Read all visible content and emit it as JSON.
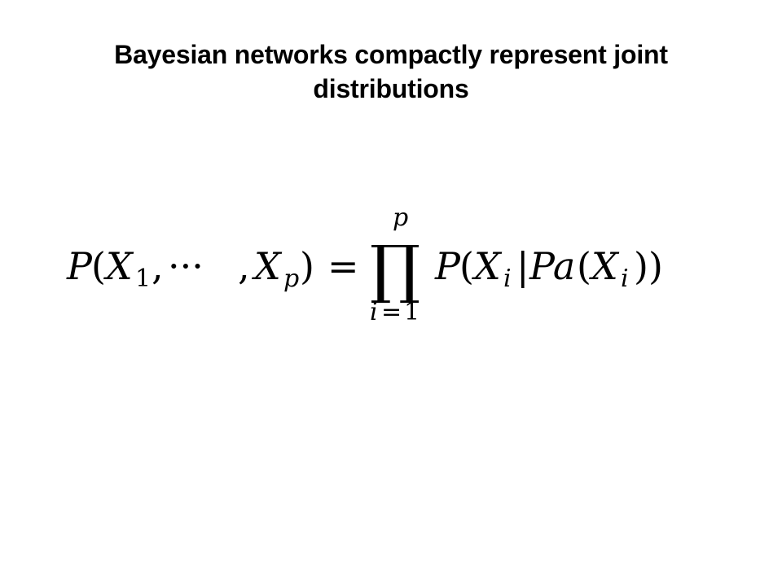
{
  "slide": {
    "title_line1": "Bayesian networks compactly represent joint",
    "title_line2": "distributions",
    "formula": {
      "lhs_func": "P",
      "lhs_open": "(",
      "lhs_var1": "X",
      "lhs_sub1": "1",
      "lhs_comma1": ",",
      "lhs_dots": "···",
      "lhs_comma2": ",",
      "lhs_var2": "X",
      "lhs_sub2": "p",
      "lhs_close": ")",
      "equals": "=",
      "product_symbol": "∏",
      "product_upper": "p",
      "product_lower_var": "i",
      "product_lower_eq": "=",
      "product_lower_val": "1",
      "rhs_func": "P",
      "rhs_open": "(",
      "rhs_var": "X",
      "rhs_sub": "i",
      "rhs_bar": "|",
      "rhs_pa": "Pa",
      "rhs_open2": "(",
      "rhs_var2": "X",
      "rhs_sub2": "i",
      "rhs_close2": "))"
    }
  }
}
